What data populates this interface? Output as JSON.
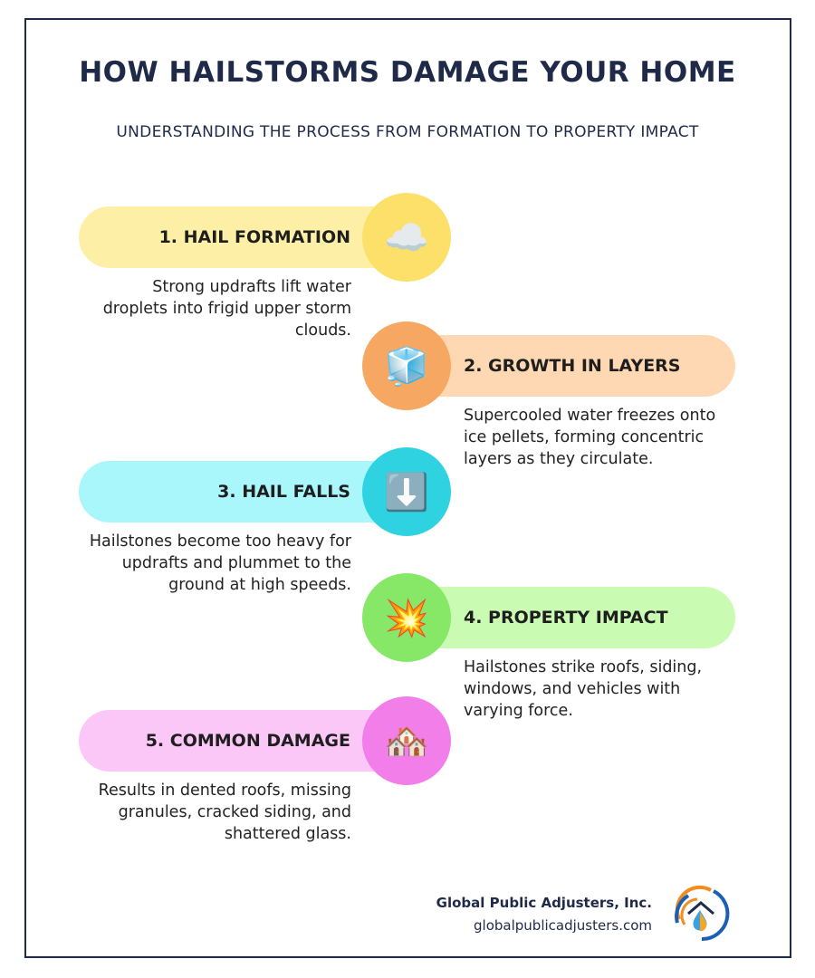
{
  "title": "HOW HAILSTORMS DAMAGE YOUR HOME",
  "subtitle": "UNDERSTANDING THE PROCESS FROM FORMATION TO PROPERTY IMPACT",
  "steps": [
    {
      "label": "1. HAIL FORMATION",
      "icon": "cloud-icon",
      "emoji": "☁️",
      "description": "Strong updrafts lift water droplets into frigid upper storm clouds.",
      "pill_color": "#fdf0a6",
      "circle_color": "#fde06a"
    },
    {
      "label": "2. GROWTH IN LAYERS",
      "icon": "ice-cube-icon",
      "emoji": "🧊",
      "description": "Supercooled water freezes onto ice pellets, forming concentric layers as they circulate.",
      "pill_color": "#fed8b2",
      "circle_color": "#f6a862"
    },
    {
      "label": "3. HAIL FALLS",
      "icon": "down-arrow-icon",
      "emoji": "⬇️",
      "description": "Hailstones become too heavy for updrafts and plummet to the ground at high speeds.",
      "pill_color": "#a9f6fb",
      "circle_color": "#2fd2e0"
    },
    {
      "label": "4. PROPERTY IMPACT",
      "icon": "collision-icon",
      "emoji": "💥",
      "description": "Hailstones strike roofs, siding, windows, and vehicles with varying force.",
      "pill_color": "#cafbb2",
      "circle_color": "#86e866"
    },
    {
      "label": "5. COMMON DAMAGE",
      "icon": "houses-icon",
      "emoji": "🏘️",
      "description": "Results in dented roofs, missing granules, cracked siding, and shattered glass.",
      "pill_color": "#fbc7f7",
      "circle_color": "#f17ee9"
    }
  ],
  "footer": {
    "company": "Global Public Adjusters, Inc.",
    "url": "globalpublicadjusters.com"
  }
}
